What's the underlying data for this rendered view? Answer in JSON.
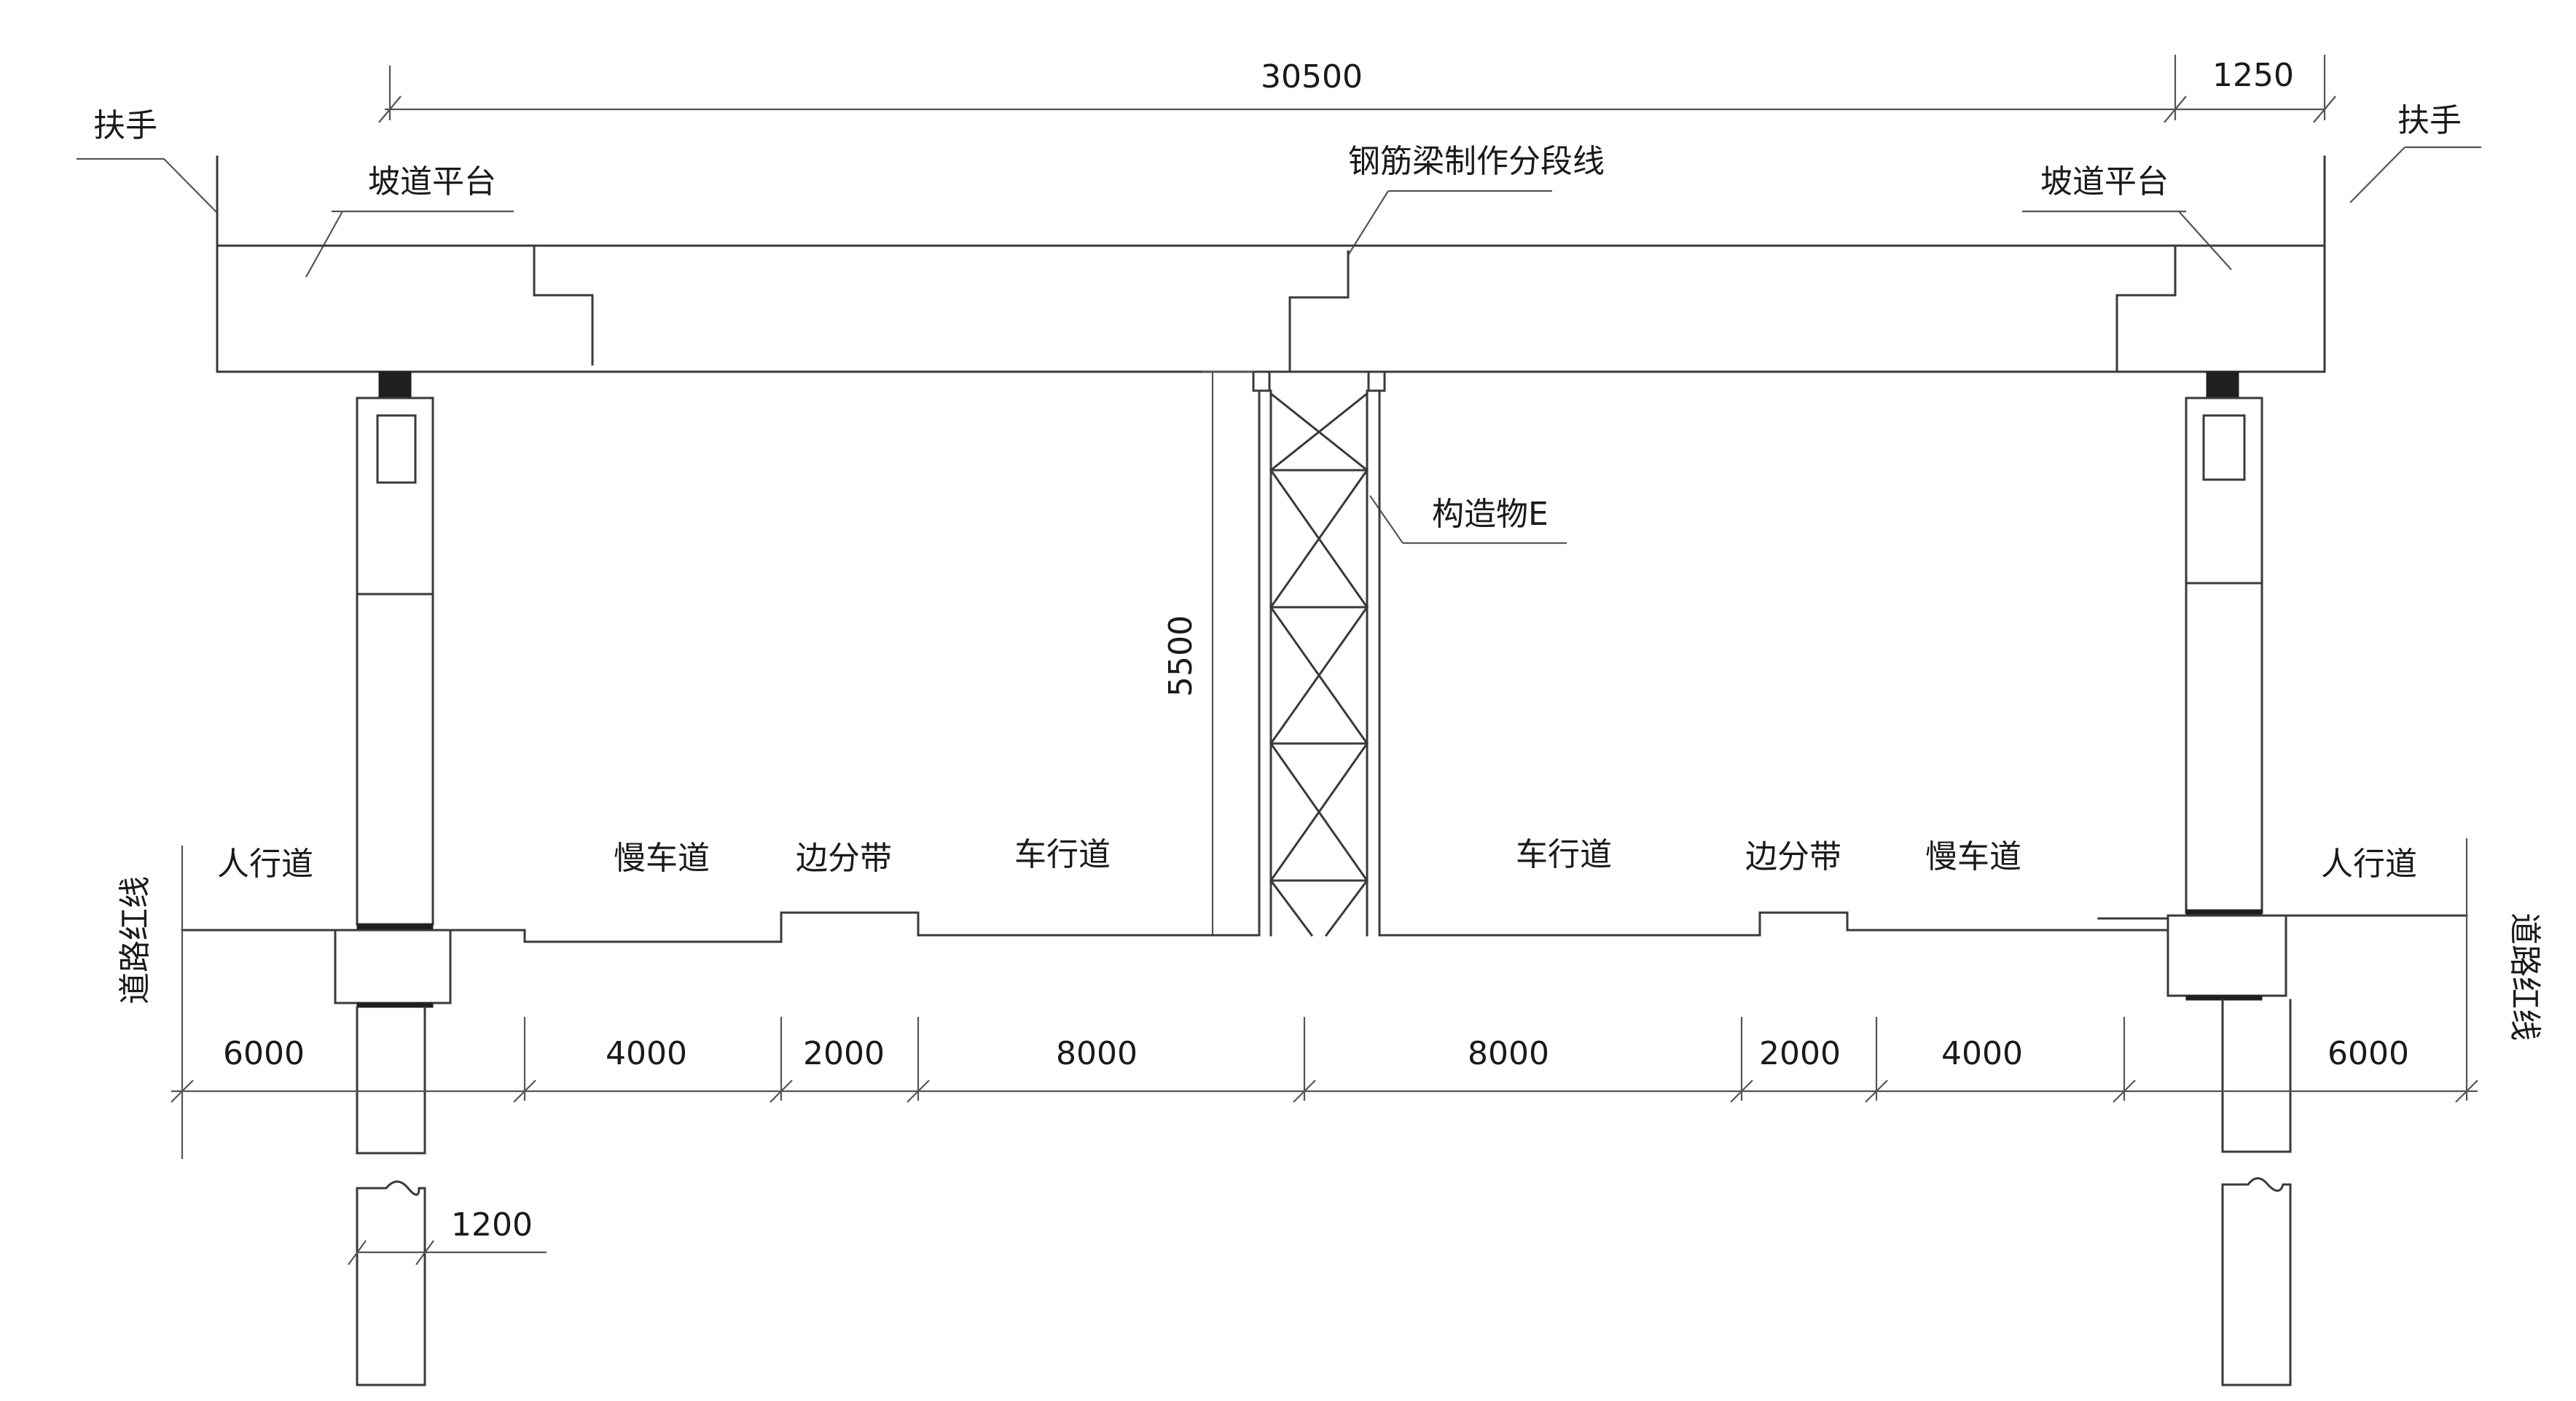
{
  "labels": {
    "handrail_left": "扶手",
    "handrail_right": "扶手",
    "ramp_platform_left": "坡道平台",
    "ramp_platform_right": "坡道平台",
    "segment_line": "钢筋梁制作分段线",
    "structure_e": "构造物E",
    "sidewalk_left": "人行道",
    "slow_lane_left": "慢车道",
    "side_divider_left": "边分带",
    "carriageway_left": "车行道",
    "carriageway_right": "车行道",
    "side_divider_right": "边分带",
    "slow_lane_right": "慢车道",
    "sidewalk_right": "人行道",
    "red_line_left": "道路红线",
    "red_line_right": "道路红线"
  },
  "dimensions": {
    "span_top": "30500",
    "cantilever_top": "1250",
    "clearance_height": "5500",
    "pile_diameter": "1200",
    "road": [
      "6000",
      "4000",
      "2000",
      "8000",
      "8000",
      "2000",
      "4000",
      "6000"
    ]
  }
}
